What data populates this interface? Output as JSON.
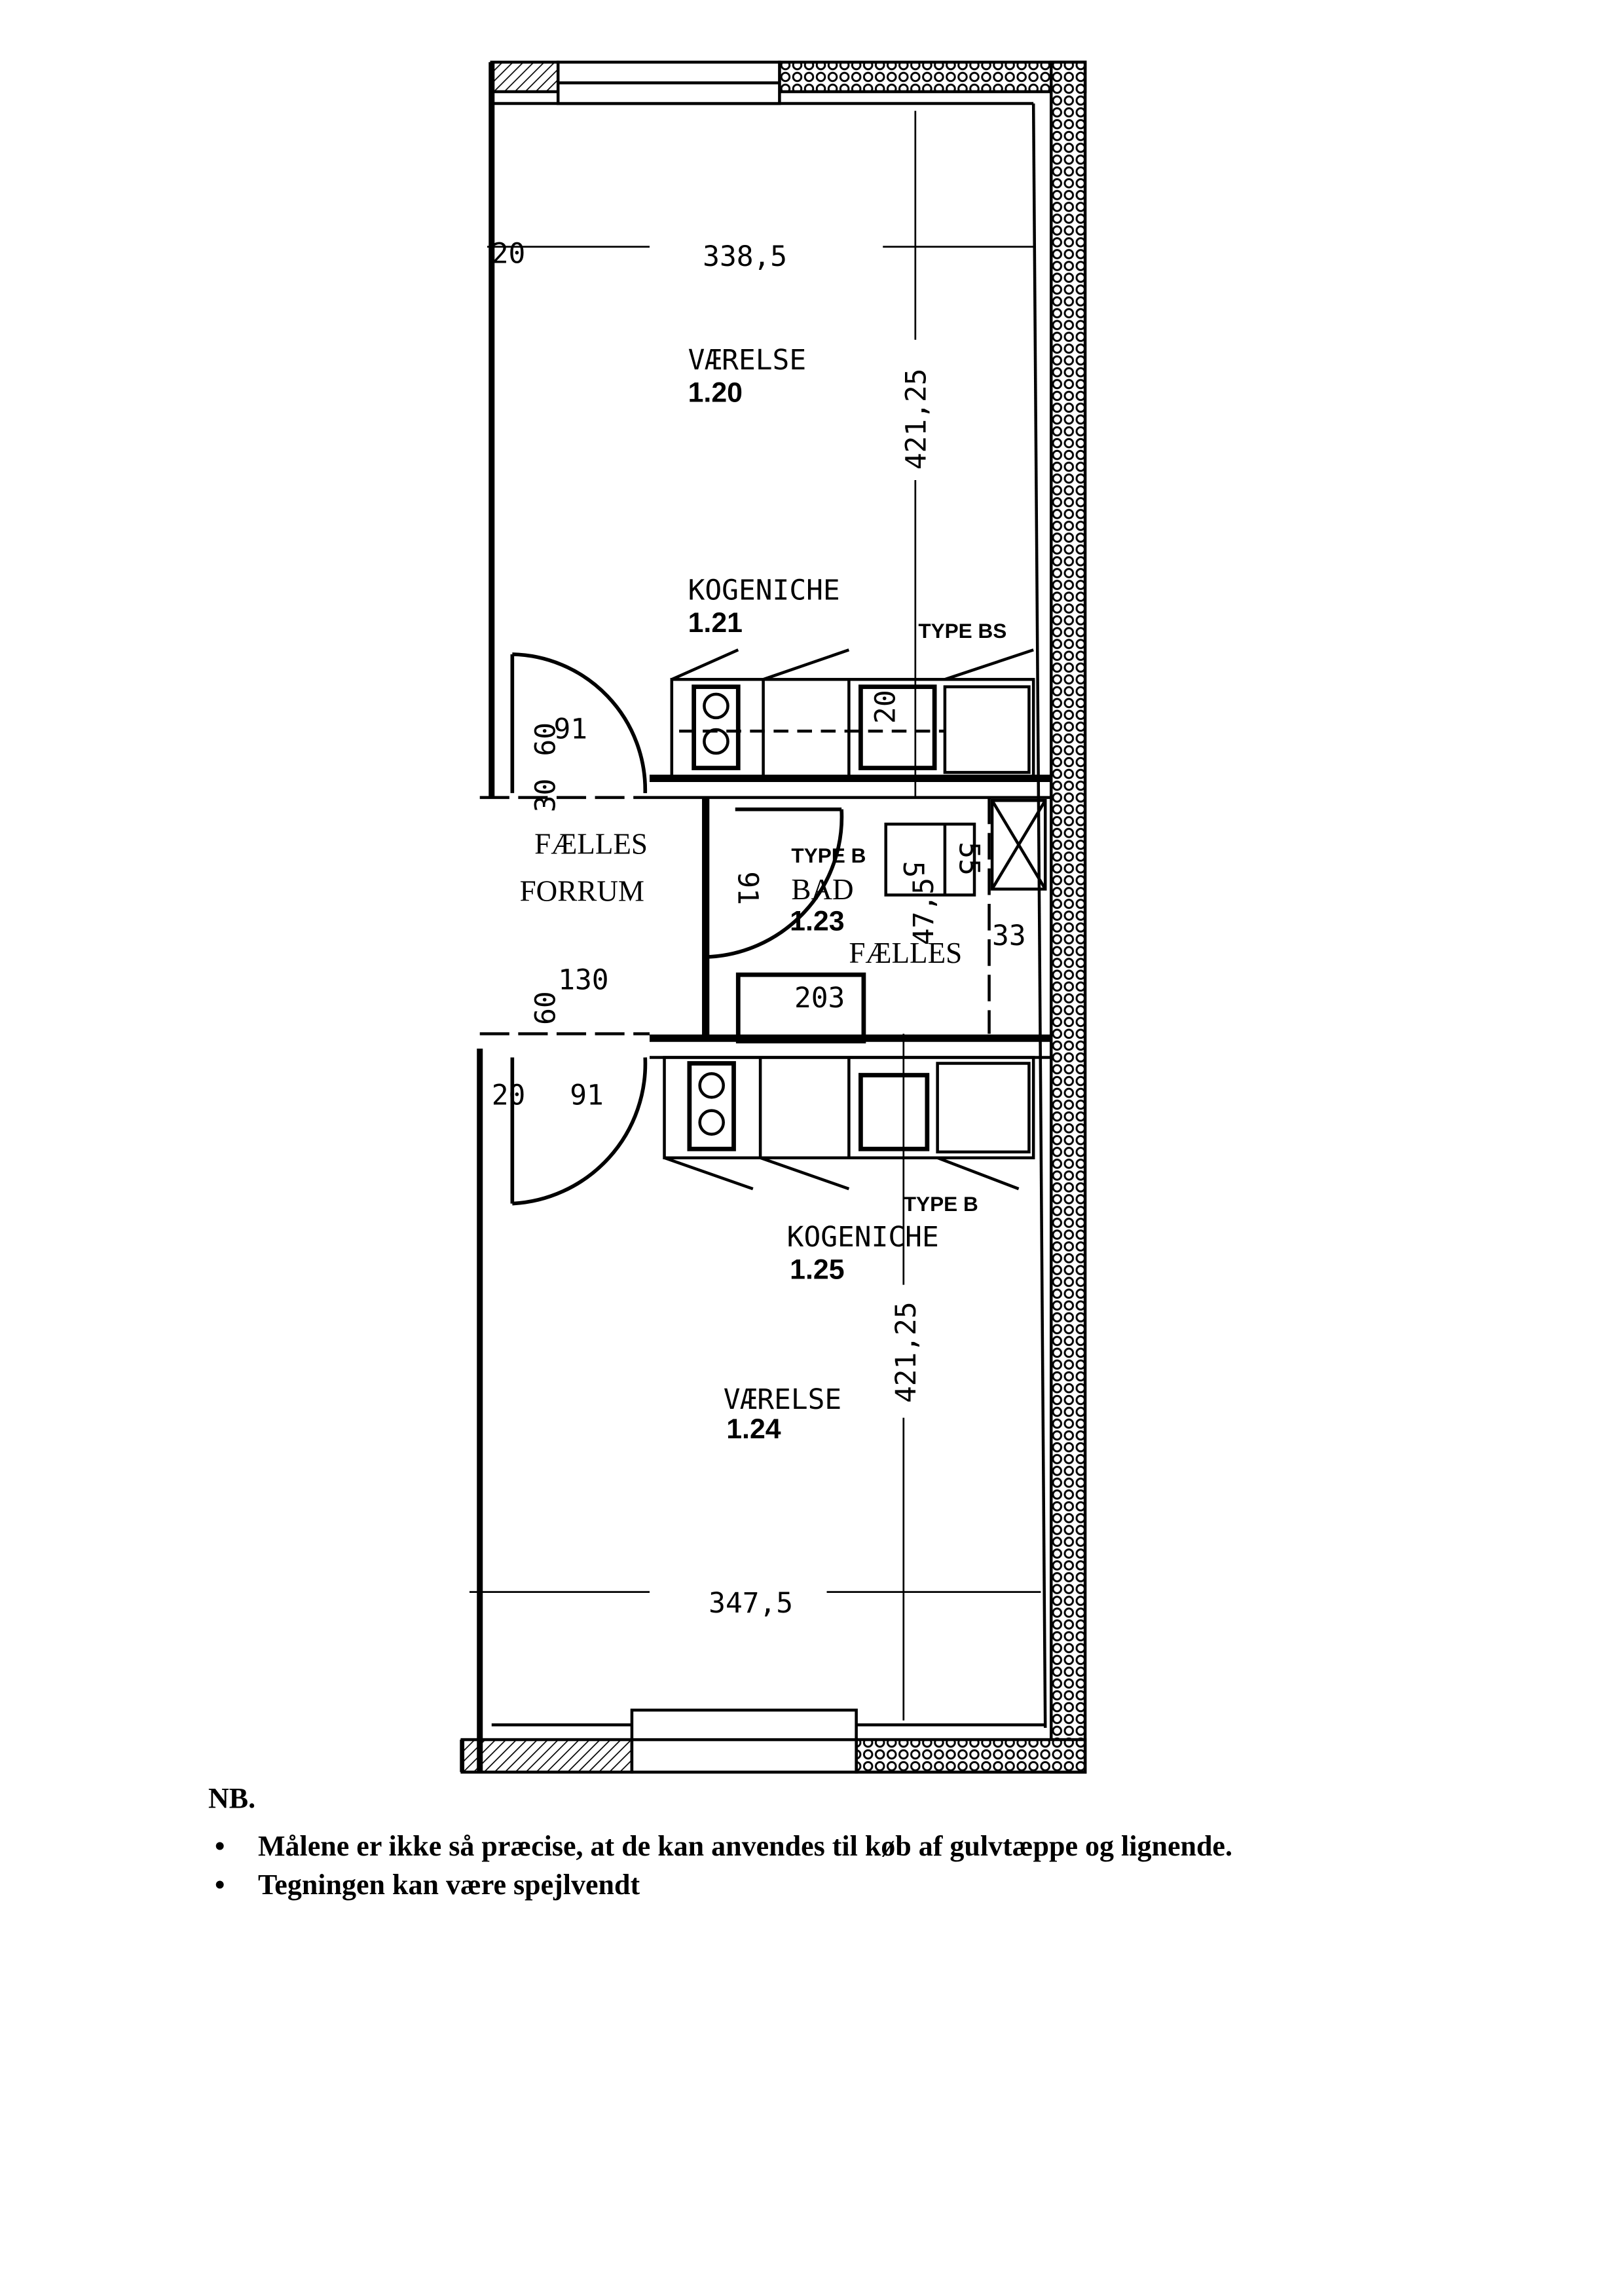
{
  "plan": {
    "rooms": [
      {
        "name": "VÆRELSE",
        "number": "1.20"
      },
      {
        "name": "KOGENICHE",
        "number": "1.21",
        "type": "TYPE BS"
      },
      {
        "name": "FÆLLES FORRUM",
        "line1": "FÆLLES",
        "line2": "FORRUM"
      },
      {
        "name": "BAD",
        "number": "1.23",
        "type": "TYPE B"
      },
      {
        "name": "FÆLLES"
      },
      {
        "name": "KOGENICHE",
        "number": "1.25",
        "type": "TYPE B"
      },
      {
        "name": "VÆRELSE",
        "number": "1.24"
      }
    ],
    "dimensions": {
      "top_offset": "20",
      "top_width": "338,5",
      "top_length": "421,25",
      "door_top": "91",
      "door_top_side": "60",
      "door_top_side2": "30",
      "bath_door": "91",
      "forrum_width": "130",
      "forrum_side": "60",
      "door_bottom": "91",
      "door_bottom_side": "20",
      "bath_fixture_a": "5",
      "bath_fixture_b": "55",
      "bath_fixture_c": "47,5",
      "bath_fixture_d": "33",
      "bath_tub": "203",
      "kitchen_gap": "20",
      "bottom_length": "421,25",
      "bottom_width": "347,5"
    }
  },
  "notes": {
    "heading": "NB.",
    "items": [
      "Målene er ikke så præcise, at de kan anvendes til køb af gulvtæppe og lignende.",
      "Tegningen kan være spejlvendt"
    ]
  }
}
